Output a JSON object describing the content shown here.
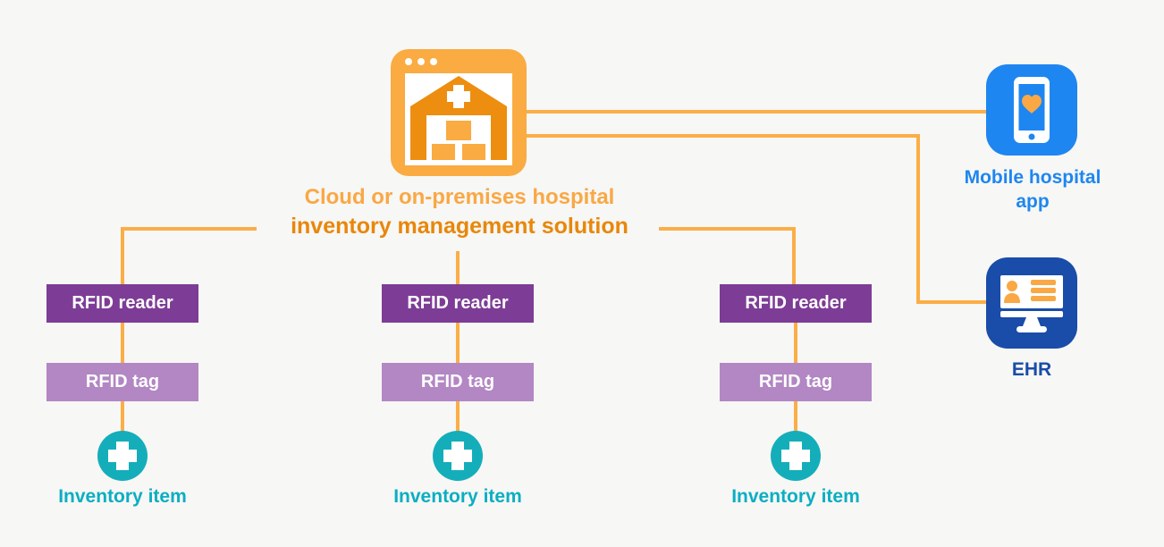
{
  "hub": {
    "icon": "hospital-inventory-browser-icon",
    "title_line1": "Cloud or on-premises hospital",
    "title_line2": "inventory management solution"
  },
  "mobile": {
    "icon": "smartphone-heart-icon",
    "label_line1": "Mobile hospital",
    "label_line2": "app"
  },
  "ehr": {
    "icon": "monitor-patient-record-icon",
    "label": "EHR"
  },
  "columns": [
    {
      "reader_label": "RFID reader",
      "tag_label": "RFID tag",
      "item_icon": "medical-cross-circle-icon",
      "item_label": "Inventory item"
    },
    {
      "reader_label": "RFID reader",
      "tag_label": "RFID tag",
      "item_icon": "medical-cross-circle-icon",
      "item_label": "Inventory item"
    },
    {
      "reader_label": "RFID reader",
      "tag_label": "RFID tag",
      "item_icon": "medical-cross-circle-icon",
      "item_label": "Inventory item"
    }
  ],
  "colors": {
    "background": "#f7f7f5",
    "connector": "#fbae47",
    "hub_icon": "#faab42",
    "hub_icon_dark": "#ed8e10",
    "title_line1": "#f9a845",
    "title_line2": "#e8870b",
    "mobile_blue": "#1e86f0",
    "ehr_blue": "#1a4ca9",
    "reader_purple": "#7d3d96",
    "tag_purple": "#b287c3",
    "item_teal": "#14aeba",
    "item_label_teal": "#0baec2"
  }
}
